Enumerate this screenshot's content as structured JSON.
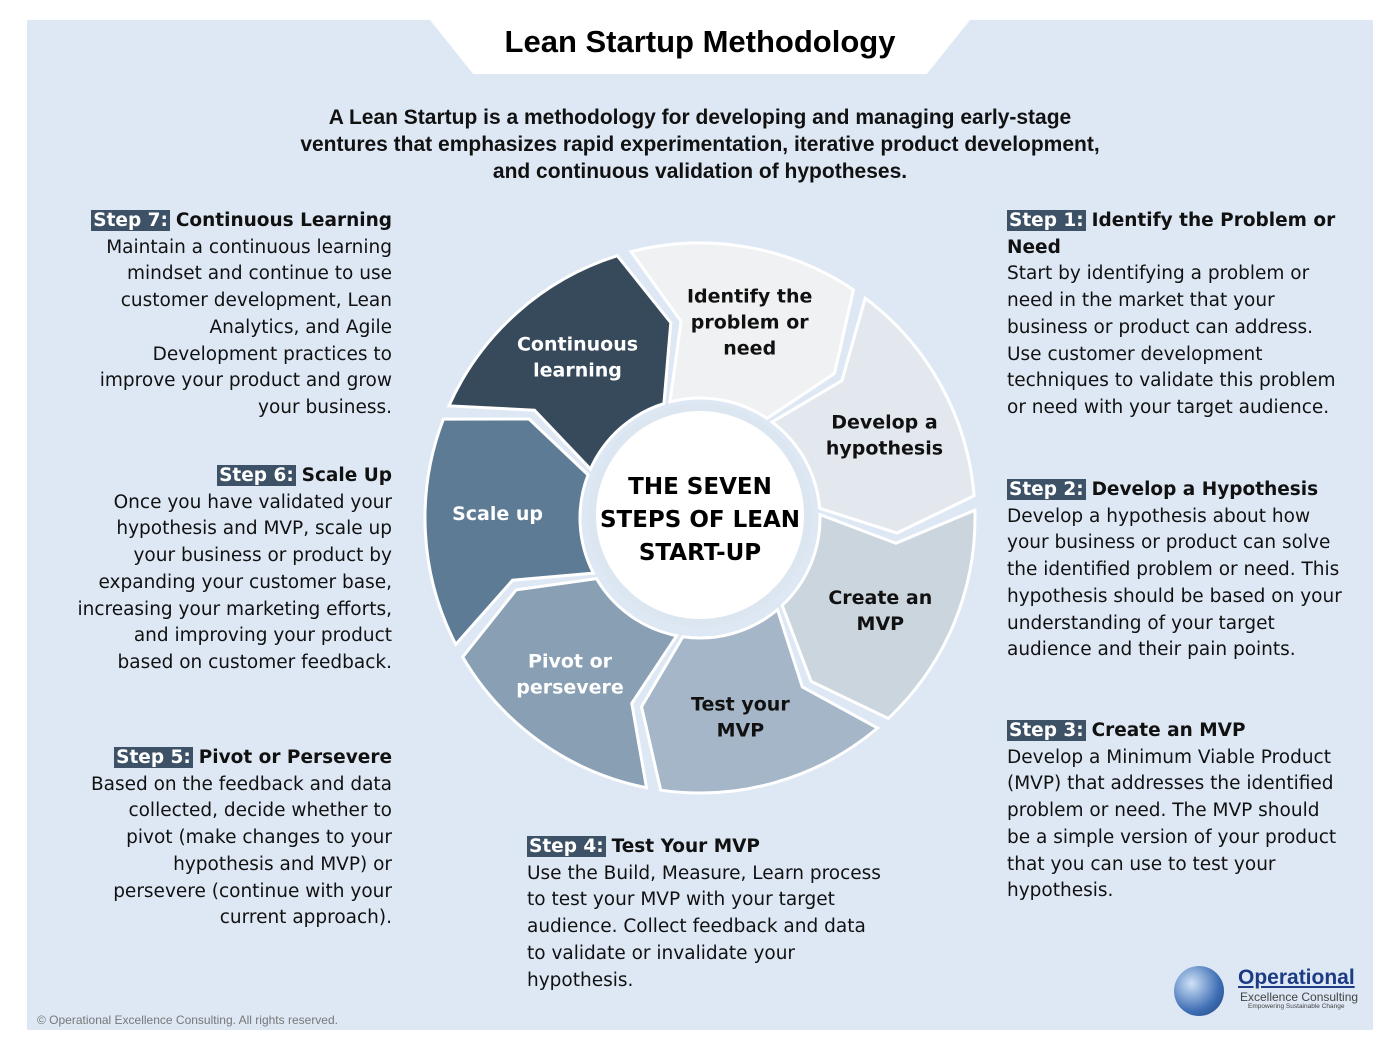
{
  "title": "Lean Startup Methodology",
  "intro": "A Lean Startup is a methodology for developing and managing early-stage ventures that emphasizes rapid experimentation, iterative product development, and continuous validation of hypotheses.",
  "center": [
    "THE SEVEN",
    "STEPS OF LEAN",
    "START-UP"
  ],
  "segments": [
    {
      "lines": [
        "Identify the",
        "problem or",
        "need"
      ],
      "color": "#f0f1f2",
      "text_color": "#111"
    },
    {
      "lines": [
        "Develop a",
        "hypothesis"
      ],
      "color": "#e2e8ee",
      "text_color": "#111"
    },
    {
      "lines": [
        "Create an",
        "MVP"
      ],
      "color": "#cbd5de",
      "text_color": "#111"
    },
    {
      "lines": [
        "Test your",
        "MVP"
      ],
      "color": "#a4b6c8",
      "text_color": "#111"
    },
    {
      "lines": [
        "Pivot or",
        "persevere"
      ],
      "color": "#889fb4",
      "text_color": "#fff"
    },
    {
      "lines": [
        "Scale up"
      ],
      "color": "#5e7b96",
      "text_color": "#fff"
    },
    {
      "lines": [
        "Continuous",
        "learning"
      ],
      "color": "#374a5b",
      "text_color": "#fff"
    }
  ],
  "steps": {
    "s1": {
      "label": "Step 1:",
      "heading": "Identify the Problem or Need",
      "body": "Start by identifying a problem or need in the market that your business or product can address. Use customer development techniques to validate this problem or need with your target audience."
    },
    "s2": {
      "label": "Step 2:",
      "heading": "Develop a Hypothesis",
      "body": "Develop a hypothesis about how your business or product can solve the identified problem or need. This hypothesis should be based on your understanding of your target audience and their pain points."
    },
    "s3": {
      "label": "Step 3:",
      "heading": "Create an MVP",
      "body": "Develop a Minimum Viable Product (MVP) that addresses the identified problem or need. The MVP should be a simple version of your product that you can use to test your hypothesis."
    },
    "s4": {
      "label": "Step 4:",
      "heading": "Test Your MVP",
      "body": "Use the Build, Measure, Learn process to test your MVP with your target audience. Collect feedback and data to validate or invalidate your hypothesis."
    },
    "s5": {
      "label": "Step 5:",
      "heading": "Pivot or Persevere",
      "body": "Based on the feedback and data collected, decide whether to pivot (make changes to your hypothesis and MVP) or persevere (continue with your current approach)."
    },
    "s6": {
      "label": "Step 6:",
      "heading": "Scale Up",
      "body": "Once you have validated your hypothesis and MVP, scale up your business or product by expanding your customer base, increasing your marketing efforts, and improving your product based on customer feedback."
    },
    "s7": {
      "label": "Step 7:",
      "heading": "Continuous Learning",
      "body": "Maintain a continuous learning mindset and continue to use customer development, Lean Analytics, and Agile Development practices to improve your product and grow your business."
    }
  },
  "footer": {
    "copyright": "© Operational Excellence Consulting. All rights reserved.",
    "logo_name": "Operational",
    "logo_sub": "Excellence Consulting",
    "logo_tagline": "Empowering Sustainable Change"
  }
}
